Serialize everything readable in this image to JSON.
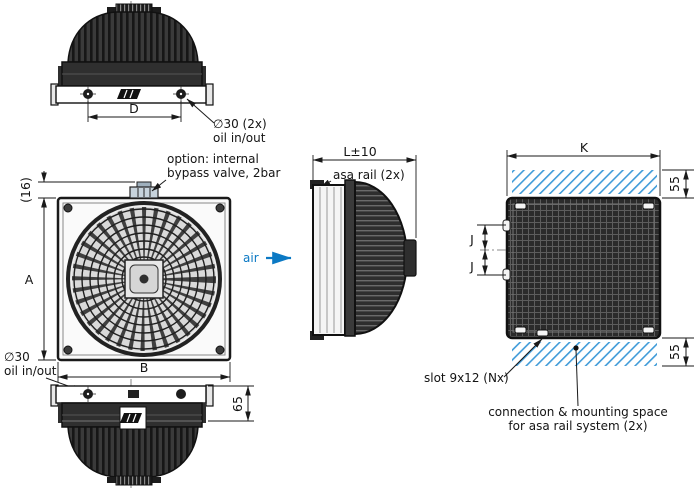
{
  "colors": {
    "line": "#1a1a1a",
    "body_dark": "#2e2e2e",
    "air_blue": "#0b79c4",
    "hatch_blue": "#3f9bd8"
  },
  "top_view": {
    "dim_d": "D",
    "oil_note_line1": "∅30 (2x)",
    "oil_note_line2": "oil in/out"
  },
  "front_view": {
    "bypass_note_line1": "option: internal",
    "bypass_note_line2": "bypass valve, 2bar",
    "dim_16": "(16)",
    "dim_a": "A",
    "dim_b": "B",
    "oil_note_line1": "∅30",
    "oil_note_line2": "oil in/out"
  },
  "bottom_view": {
    "dim_65": "65"
  },
  "side_view": {
    "dim_l": "L±10",
    "asa_rail_note": "asa rail (2x)",
    "air_label": "air"
  },
  "rear_view": {
    "dim_k": "K",
    "dim_55_top": "55",
    "dim_55_bottom": "55",
    "dim_j_upper": "J",
    "dim_j_lower": "J",
    "slot_note": "slot 9x12 (Nx)",
    "mounting_note_line1": "connection & mounting space",
    "mounting_note_line2": "for asa rail system (2x)"
  }
}
